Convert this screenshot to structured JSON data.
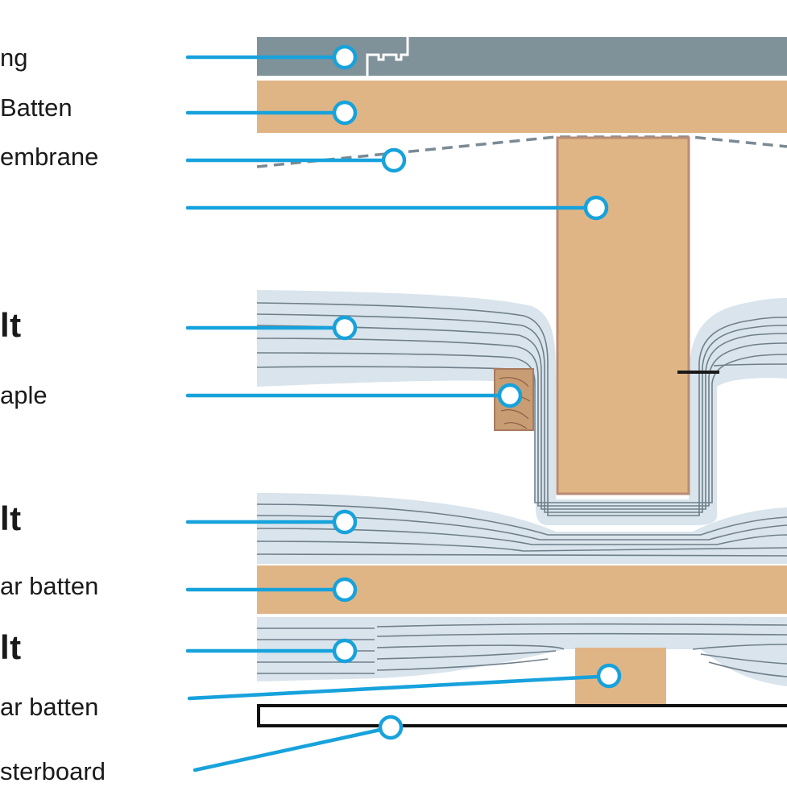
{
  "labels": {
    "cladding": "ng",
    "batten": "Batten",
    "membrane": "embrane",
    "rafter": "",
    "quilt_top": "lt",
    "staple": "aple",
    "quilt_middle": "lt",
    "counter_batten_1": "ar batten",
    "quilt_bottom": "lt",
    "counter_batten_2": "ar batten",
    "plasterboard": "sterboard"
  },
  "colors": {
    "leader": "#17a2dc",
    "timber": "#e0b586",
    "cladding": "#7f9199",
    "insulation": "#d9e4ec",
    "fibre": "#6f7f89",
    "membrane": "#7a8a93"
  }
}
